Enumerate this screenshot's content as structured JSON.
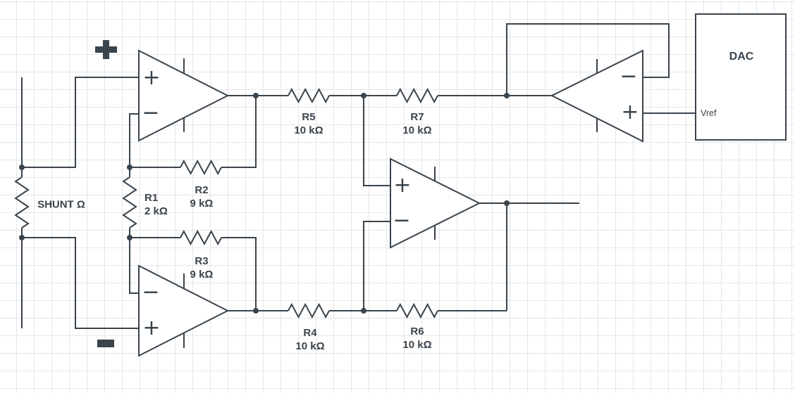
{
  "colors": {
    "stroke": "#3a444d",
    "grid_line": "#e5e6e8",
    "background": "#ffffff"
  },
  "shunt": {
    "label": "SHUNT Ω"
  },
  "terminals": {
    "positive_icon": "plus-symbol",
    "negative_icon": "minus-symbol"
  },
  "resistors": [
    {
      "ref": "R1",
      "value": "2 kΩ"
    },
    {
      "ref": "R2",
      "value": "9 kΩ"
    },
    {
      "ref": "R3",
      "value": "9 kΩ"
    },
    {
      "ref": "R4",
      "value": "10 kΩ"
    },
    {
      "ref": "R5",
      "value": "10 kΩ"
    },
    {
      "ref": "R6",
      "value": "10 kΩ"
    },
    {
      "ref": "R7",
      "value": "10 kΩ"
    }
  ],
  "opamps": [
    {
      "id": "top-input-amp",
      "noninverting": "+",
      "inverting": "−"
    },
    {
      "id": "bottom-input-amp",
      "noninverting": "+",
      "inverting": "−"
    },
    {
      "id": "difference-amp",
      "noninverting": "+",
      "inverting": "−"
    },
    {
      "id": "vref-buffer-amp",
      "noninverting": "+",
      "inverting": "−"
    }
  ],
  "dac": {
    "title": "DAC",
    "pin_vref": "Vref"
  }
}
